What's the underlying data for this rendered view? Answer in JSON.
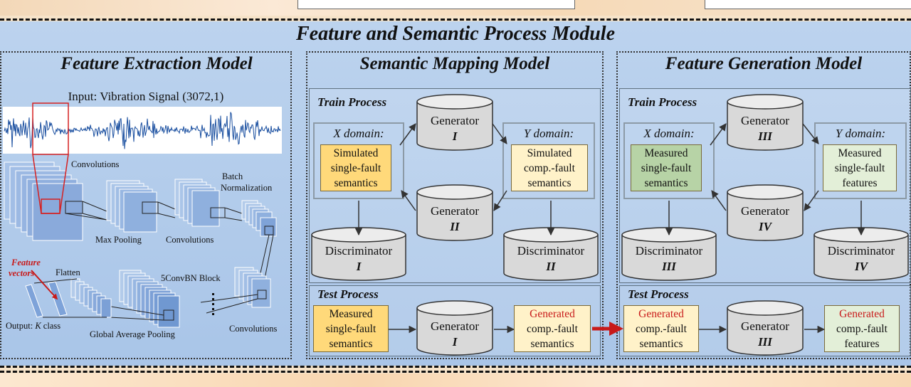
{
  "module_title": "Feature and Semantic Process Module",
  "fe": {
    "title": "Feature Extraction Model",
    "input_label": "Input: Vibration Signal (3072,1)",
    "labels": {
      "convolutions_top": "Convolutions",
      "batch_norm_1": "Batch",
      "batch_norm_2": "Normalization",
      "max_pooling": "Max Pooling",
      "convolutions_mid": "Convolutions",
      "feature_vectors_1": "Feature",
      "feature_vectors_2": "vectors",
      "flatten": "Flatten",
      "conv_block": "5ConvBN Block",
      "output_prefix": "Output: ",
      "output_k": "K",
      "output_suffix": " class",
      "gap": "Global Average Pooling",
      "convolutions_bottom": "Convolutions"
    }
  },
  "sm": {
    "title": "Semantic Mapping Model",
    "train_label": "Train Process",
    "test_label": "Test Process",
    "x_domain": "X domain:",
    "y_domain": "Y domain:",
    "x_box": [
      "Simulated",
      "single-fault",
      "semantics"
    ],
    "y_box": [
      "Simulated",
      "comp.-fault",
      "semantics"
    ],
    "gen1": {
      "name": "Generator",
      "num": "I"
    },
    "gen2": {
      "name": "Generator",
      "num": "II"
    },
    "disc1": {
      "name": "Discriminator",
      "num": "I"
    },
    "disc2": {
      "name": "Discriminator",
      "num": "II"
    },
    "test_in": [
      "Measured",
      "single-fault",
      "semantics"
    ],
    "test_gen": {
      "name": "Generator",
      "num": "I"
    },
    "test_out": [
      "Generated",
      "comp.-fault",
      "semantics"
    ]
  },
  "fg": {
    "title": "Feature Generation Model",
    "train_label": "Train Process",
    "test_label": "Test Process",
    "x_domain": "X domain:",
    "y_domain": "Y domain:",
    "x_box": [
      "Measured",
      "single-fault",
      "semantics"
    ],
    "y_box": [
      "Measured",
      "single-fault",
      "features"
    ],
    "gen3": {
      "name": "Generator",
      "num": "III"
    },
    "gen4": {
      "name": "Generator",
      "num": "IV"
    },
    "disc3": {
      "name": "Discriminator",
      "num": "III"
    },
    "disc4": {
      "name": "Discriminator",
      "num": "IV"
    },
    "test_in": [
      "Generated",
      "comp.-fault",
      "semantics"
    ],
    "test_gen": {
      "name": "Generator",
      "num": "III"
    },
    "test_out": [
      "Generated",
      "comp.-fault",
      "features"
    ]
  },
  "colors": {
    "module_bg": "#b0c9ea",
    "yellow_box": "#ffd97a",
    "cream_box": "#fff2c9",
    "green_box": "#b7d3a6",
    "light_green_box": "#e3efd8",
    "cylinder": "#d9d9d9",
    "highlight_red": "#c81a1a",
    "layer_blue": "#8fb0de"
  }
}
